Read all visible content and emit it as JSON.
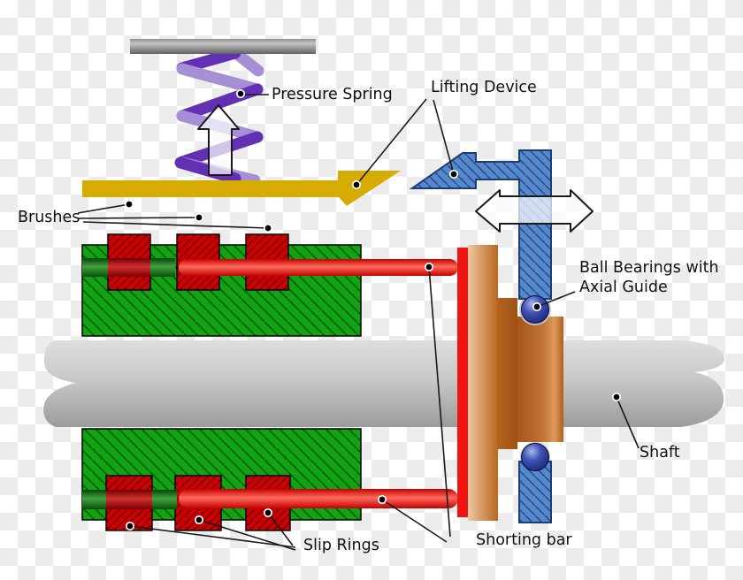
{
  "labels": {
    "pressure_spring": "Pressure Spring",
    "lifting_device": "Lifting Device",
    "brushes": "Brushes",
    "ball_bearings_line1": "Ball Bearings with",
    "ball_bearings_line2": "Axial Guide",
    "shaft": "Shaft",
    "slip_rings": "Slip Rings",
    "shorting_bar": "Shorting bar"
  },
  "colors": {
    "arm_yellow": "#D6AC00",
    "housing_green": "#12A312",
    "housing_hatch": "#054F05",
    "slip_ring_red": "#CC0000",
    "slip_ring_hatch": "#5E0000",
    "brush_red": "#FF3B30",
    "shorting_red": "#F21313",
    "lifting_blue": "#5588CC",
    "lifting_hatch": "#26497F",
    "copper": "#C87137",
    "spring_purple_dark": "#6330B4",
    "spring_purple_light": "#A78FD6",
    "shaft_gray": "#C4C4C4",
    "support_gray": "#8F8F8F",
    "ball_navy": "#0C1458",
    "checker_gray": "#ECECEC",
    "label_ink": "#111111"
  }
}
